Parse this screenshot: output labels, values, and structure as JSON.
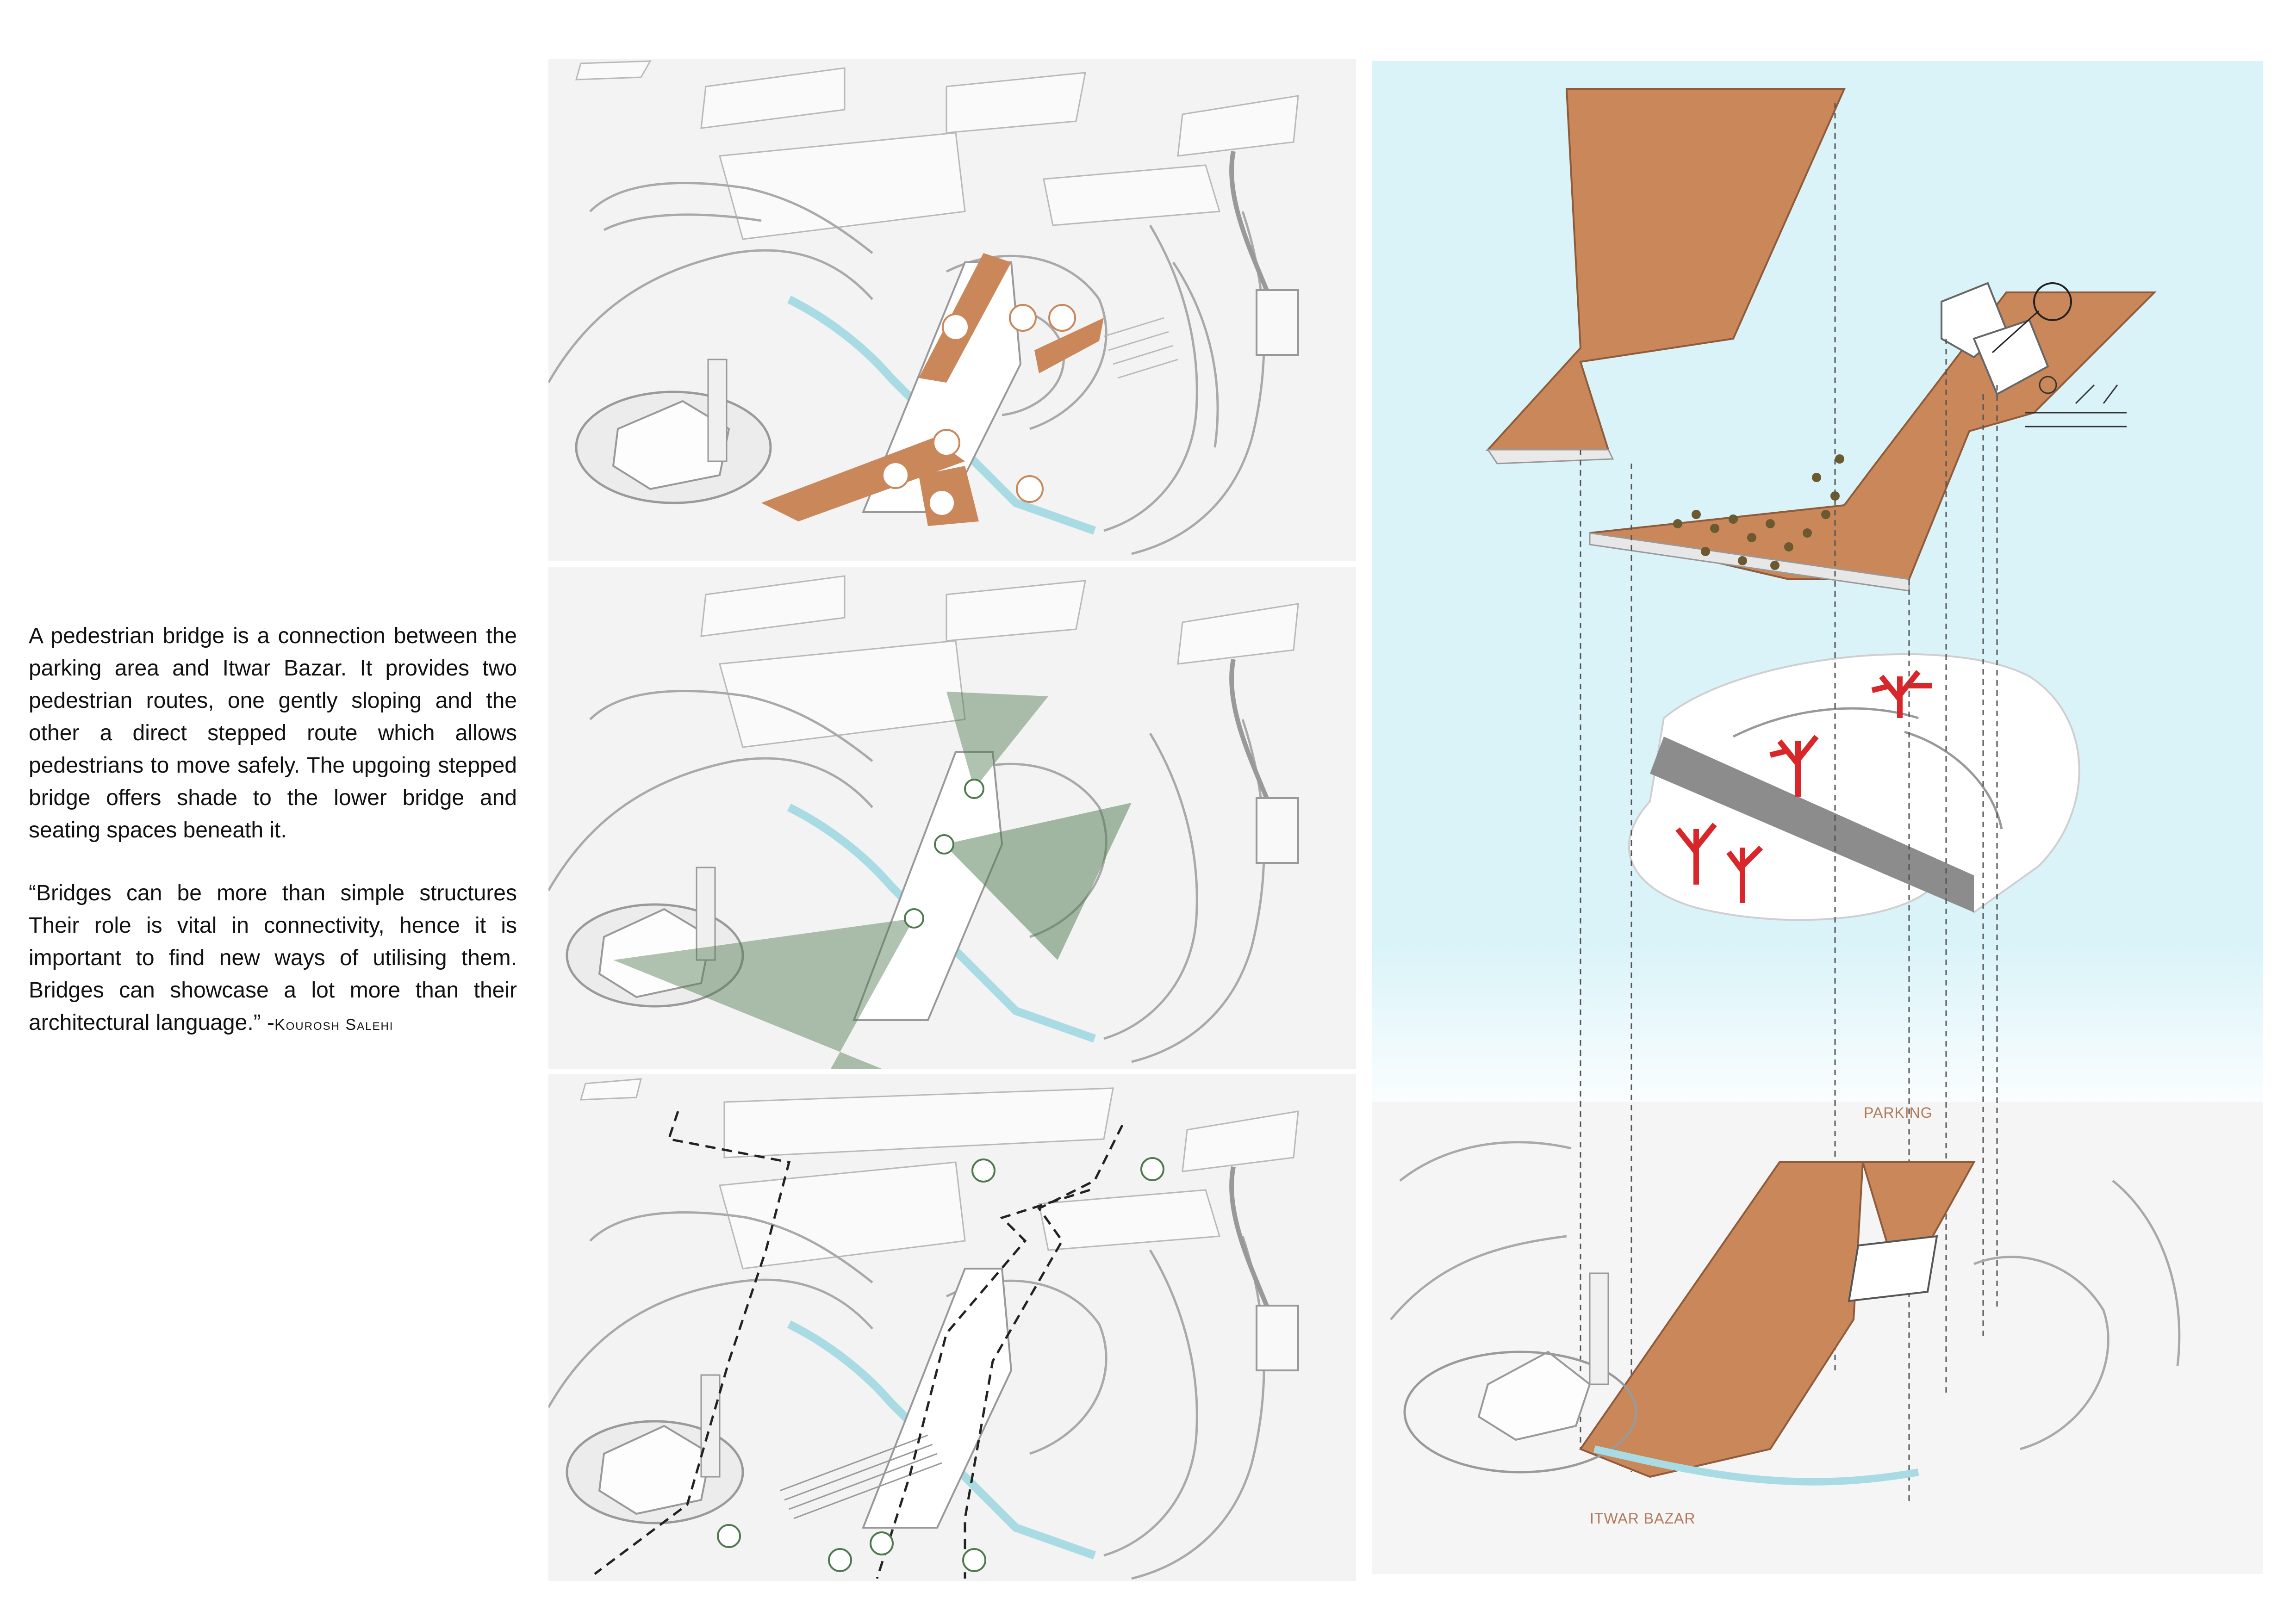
{
  "description_text": {
    "paragraph": "A pedestrian bridge is a connection between the parking area and Itwar Bazar. It provides two pedestrian routes, one gently sloping and the other a direct stepped route which allows pedestrians to move safely. The upgoing stepped bridge offers shade to the lower bridge and seating spaces beneath it.",
    "quote": "“Bridges can be more than simple structures Their role is vital in connectivity, hence it is important to find new ways of utilising them. Bridges can showcase a lot more than their architectural language.” -",
    "quote_author": "Kourosh Salehi"
  },
  "axo_panel": {
    "label_parking": "PARKING",
    "label_itwar_bazar": "ITWAR BAZAR"
  },
  "colors": {
    "timber": "#c9875a",
    "view_cone": "#4f7a4f",
    "trees": "#d8262b",
    "water": "#a8dbe3",
    "sky": "#d9f3f9"
  }
}
